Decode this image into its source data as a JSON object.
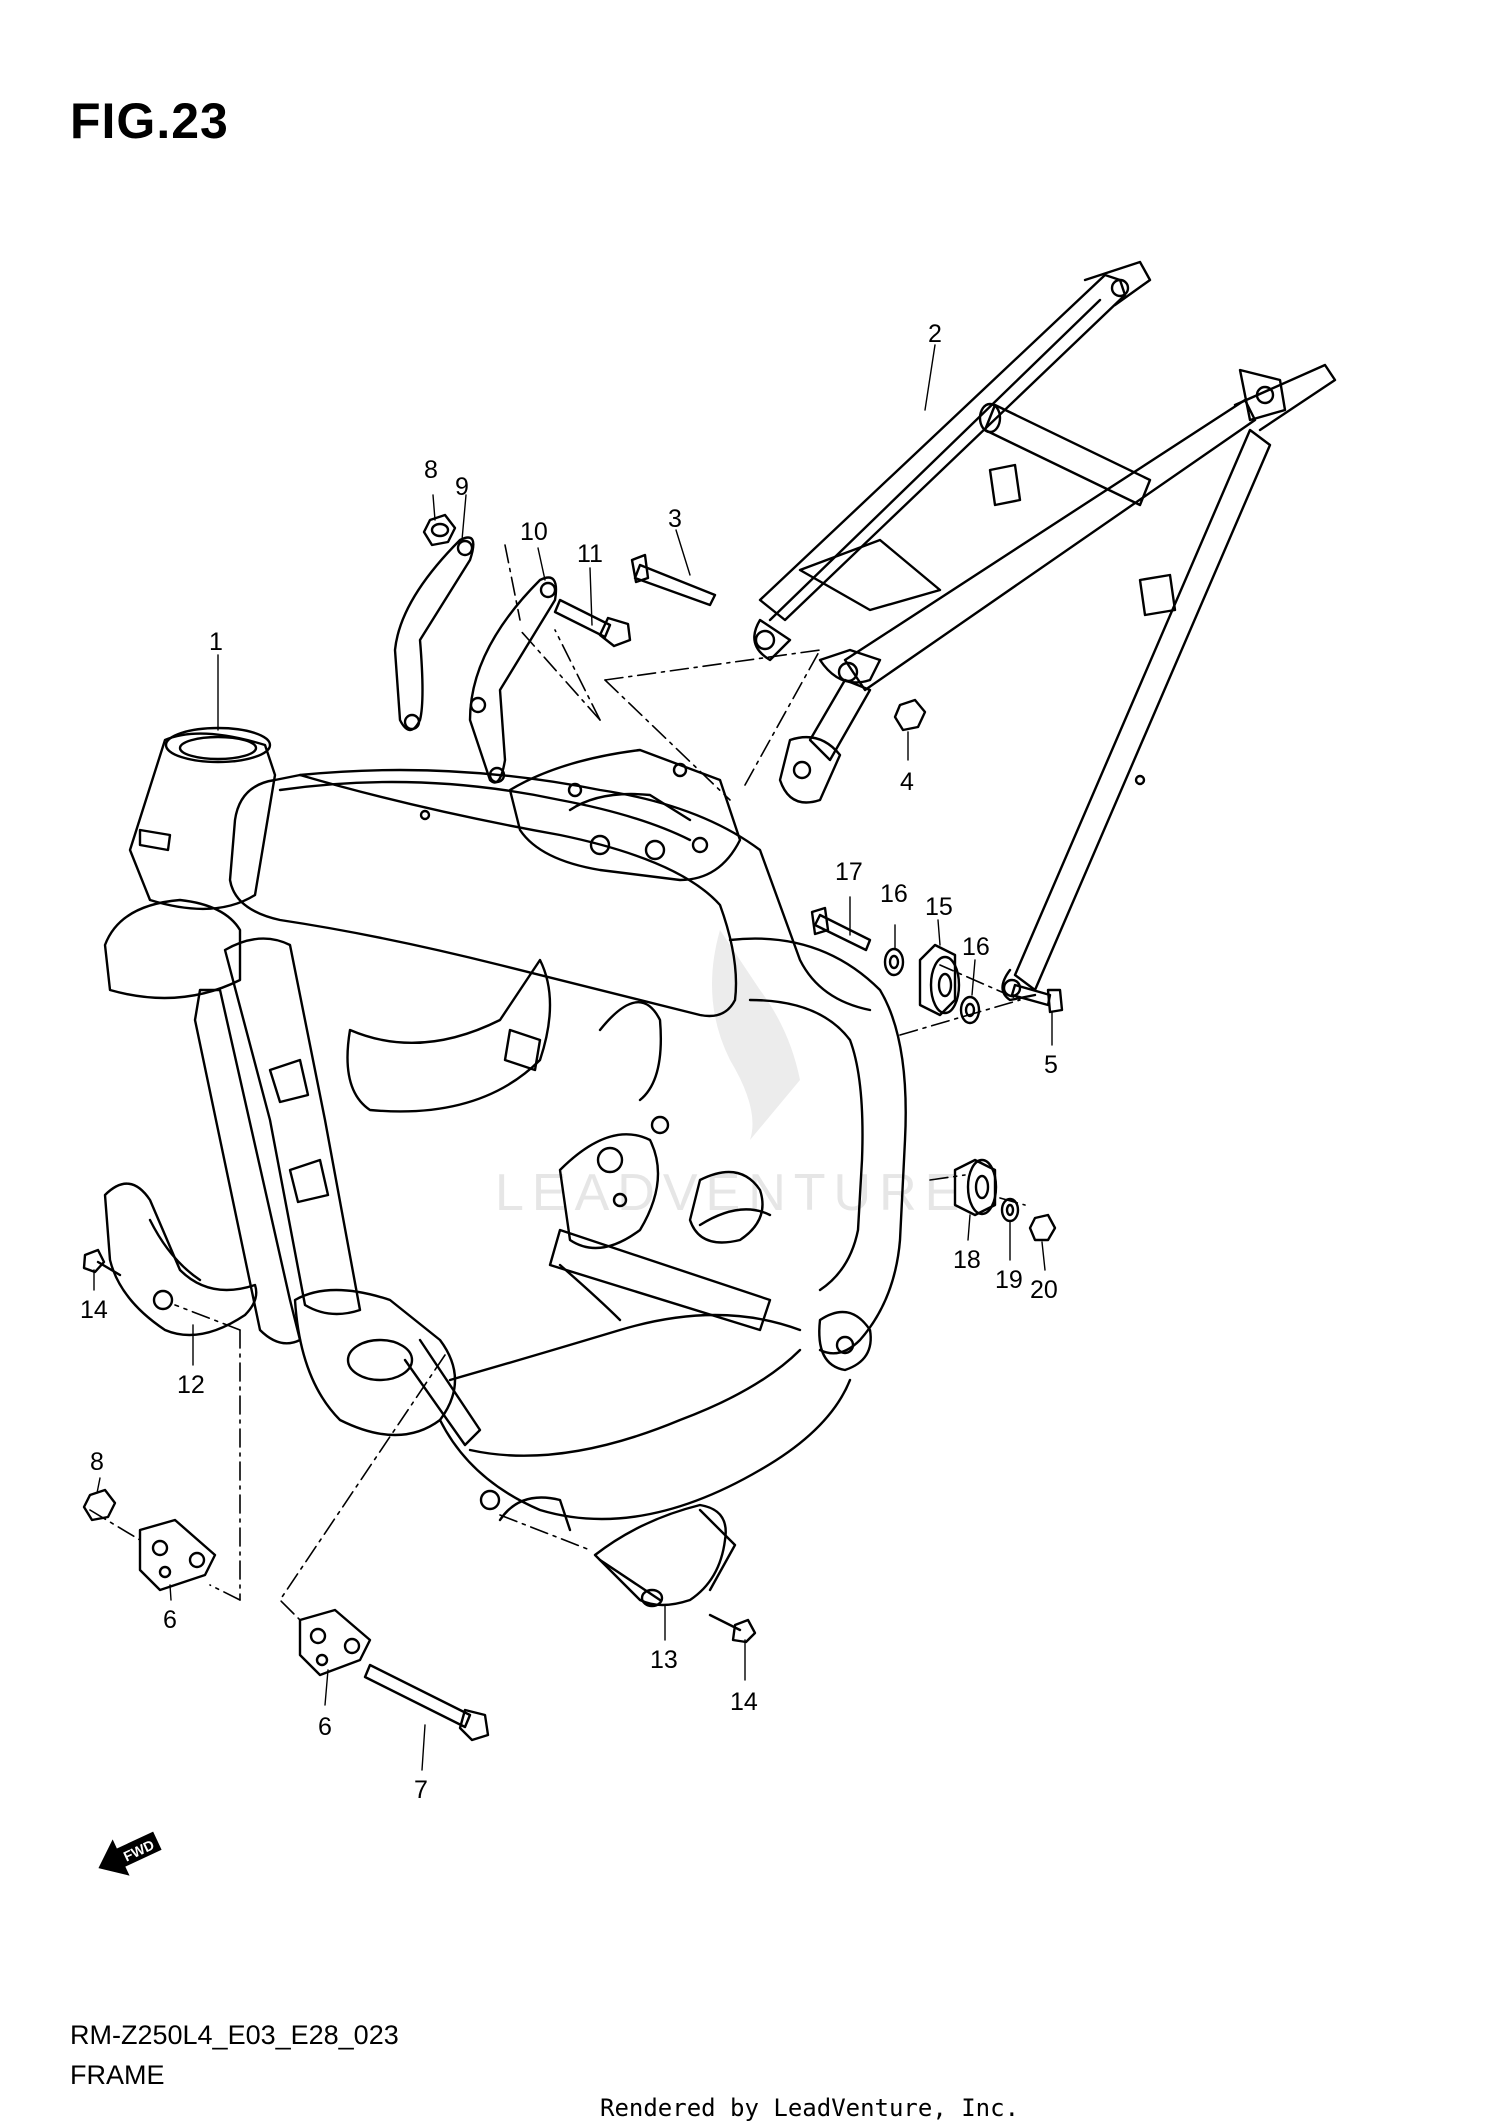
{
  "figure": {
    "title": "FIG.23"
  },
  "footer": {
    "model_code": "RM-Z250L4_E03_E28_023",
    "section_name": "FRAME",
    "render_credit": "Rendered by LeadVenture, Inc."
  },
  "watermark": {
    "text": "LEADVENTURE"
  },
  "fwd_badge": {
    "text": "FWD",
    "icon": "fwd-arrow-icon"
  },
  "callouts": [
    {
      "ref": "1",
      "part": "frame"
    },
    {
      "ref": "2",
      "part": "seat-rail"
    },
    {
      "ref": "3",
      "part": "bolt"
    },
    {
      "ref": "4",
      "part": "nut"
    },
    {
      "ref": "5",
      "part": "bolt"
    },
    {
      "ref": "6",
      "part": "engine-mount-bracket-lower"
    },
    {
      "ref": "6",
      "part": "engine-mount-bracket-lower"
    },
    {
      "ref": "7",
      "part": "bolt"
    },
    {
      "ref": "8",
      "part": "nut"
    },
    {
      "ref": "8",
      "part": "nut"
    },
    {
      "ref": "9",
      "part": "engine-mount-bracket-upper"
    },
    {
      "ref": "10",
      "part": "engine-mount-bracket-upper"
    },
    {
      "ref": "11",
      "part": "bolt"
    },
    {
      "ref": "12",
      "part": "frame-guard-left"
    },
    {
      "ref": "13",
      "part": "frame-guard-right"
    },
    {
      "ref": "14",
      "part": "screw"
    },
    {
      "ref": "14",
      "part": "screw"
    },
    {
      "ref": "15",
      "part": "spacer"
    },
    {
      "ref": "16",
      "part": "washer"
    },
    {
      "ref": "16",
      "part": "washer"
    },
    {
      "ref": "17",
      "part": "bolt"
    },
    {
      "ref": "18",
      "part": "spacer"
    },
    {
      "ref": "19",
      "part": "washer"
    },
    {
      "ref": "20",
      "part": "nut"
    }
  ],
  "colors": {
    "line": "#000000",
    "background": "#ffffff",
    "watermark": "#e6e6e6"
  }
}
